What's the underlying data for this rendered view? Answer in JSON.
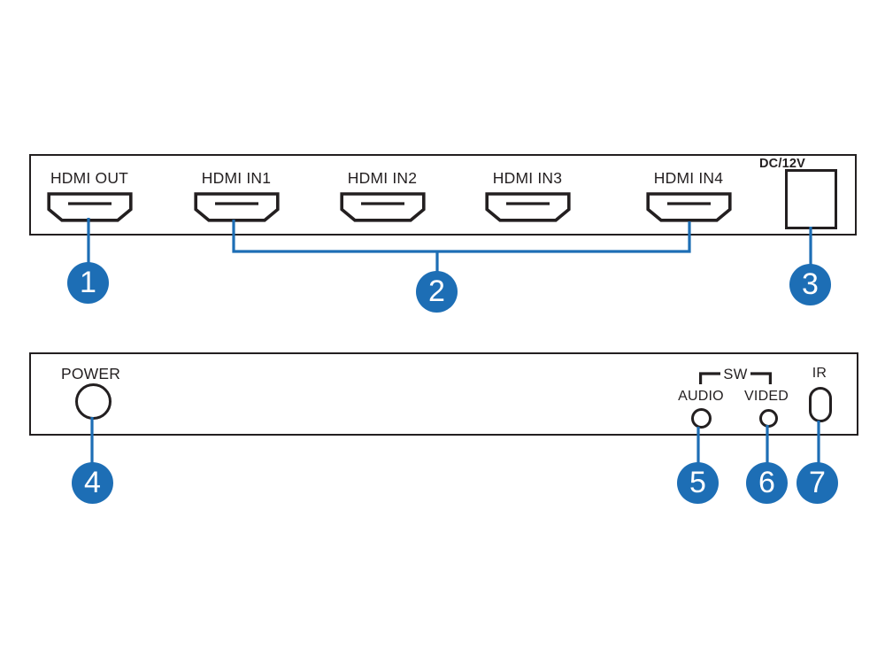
{
  "colors": {
    "accent_blue": "#1d6eb5",
    "line_black": "#231f20",
    "background": "#ffffff"
  },
  "rear_panel": {
    "ports": [
      {
        "label": "HDMI OUT",
        "type": "hdmi-female-port"
      },
      {
        "label": "HDMI IN1",
        "type": "hdmi-female-port"
      },
      {
        "label": "HDMI IN2",
        "type": "hdmi-female-port"
      },
      {
        "label": "HDMI IN3",
        "type": "hdmi-female-port"
      },
      {
        "label": "HDMI IN4",
        "type": "hdmi-female-port"
      }
    ],
    "dc_jack_label": "DC/12V"
  },
  "front_panel": {
    "power_label": "POWER",
    "sw_label": "SW",
    "audio_label": "AUDIO",
    "video_label": "VIDED",
    "ir_label": "IR"
  },
  "callouts": [
    "1",
    "2",
    "3",
    "4",
    "5",
    "6",
    "7"
  ]
}
